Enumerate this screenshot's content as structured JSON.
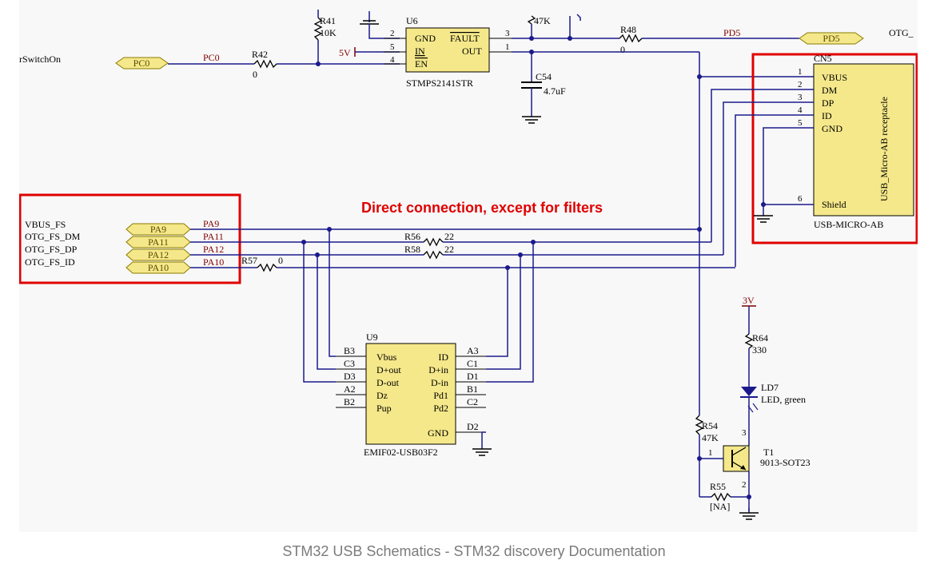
{
  "colors": {
    "wire": "#1a1a8c",
    "text": "#000000",
    "net": "#800000",
    "port_fill": "#f5e88a",
    "port_stroke": "#8a7a00",
    "highlight": "#e00000",
    "caption": "#7b7b7b"
  },
  "icons": [
    "resistor",
    "capacitor",
    "ground",
    "led",
    "npn-transistor",
    "net-port"
  ],
  "top": {
    "left_label": "rSwitchOn",
    "pc0_port": "PC0",
    "pc0_net": "PC0",
    "r42": {
      "ref": "R42",
      "value": "0"
    },
    "r41": {
      "ref": "R41",
      "value": "10K"
    },
    "u6": {
      "ref": "U6",
      "part": "STMPS2141STR",
      "pins": {
        "gnd": "GND",
        "fault": "FAULT",
        "in": "IN",
        "en": "EN",
        "out": "OUT"
      },
      "pin_nums": [
        "2",
        "5",
        "4",
        "3",
        "1"
      ]
    },
    "five_v": "5V",
    "r47k_top": "47K",
    "r48": {
      "ref": "R48",
      "value": "0"
    },
    "pd5_net": "PD5",
    "pd5_port": "PD5",
    "otg_label": "OTG_",
    "c54": {
      "ref": "C54",
      "value": "4.7uF"
    }
  },
  "cn5": {
    "ref": "CN5",
    "part": "USB-MICRO-AB",
    "vertical_label": "USB_Micro-AB receptacle",
    "pins": [
      {
        "num": "1",
        "name": "VBUS"
      },
      {
        "num": "2",
        "name": "DM"
      },
      {
        "num": "3",
        "name": "DP"
      },
      {
        "num": "4",
        "name": "ID"
      },
      {
        "num": "5",
        "name": "GND"
      },
      {
        "num": "6",
        "name": "Shield"
      }
    ]
  },
  "annotation": "Direct connection, except for filters",
  "signals": [
    {
      "name": "VBUS_FS",
      "port": "PA9",
      "net": "PA9"
    },
    {
      "name": "OTG_FS_DM",
      "port": "PA11",
      "net": "PA11"
    },
    {
      "name": "OTG_FS_DP",
      "port": "PA12",
      "net": "PA12"
    },
    {
      "name": "OTG_FS_ID",
      "port": "PA10",
      "net": "PA10"
    }
  ],
  "r56": {
    "ref": "R56",
    "value": "22"
  },
  "r58": {
    "ref": "R58",
    "value": "22"
  },
  "r57": {
    "ref": "R57",
    "value": "0"
  },
  "u9": {
    "ref": "U9",
    "part": "EMIF02-USB03F2",
    "left_pins": [
      {
        "ball": "B3",
        "name": "Vbus"
      },
      {
        "ball": "C3",
        "name": "D+out"
      },
      {
        "ball": "D3",
        "name": "D-out"
      },
      {
        "ball": "A2",
        "name": "Dz"
      },
      {
        "ball": "B2",
        "name": "Pup"
      }
    ],
    "right_pins": [
      {
        "ball": "A3",
        "name": "ID"
      },
      {
        "ball": "C1",
        "name": "D+in"
      },
      {
        "ball": "D1",
        "name": "D-in"
      },
      {
        "ball": "B1",
        "name": "Pd1"
      },
      {
        "ball": "C2",
        "name": "Pd2"
      }
    ],
    "gnd": {
      "ball": "D2",
      "name": "GND"
    }
  },
  "led_section": {
    "supply": "3V",
    "r64": {
      "ref": "R64",
      "value": "330"
    },
    "ld7": {
      "ref": "LD7",
      "value": "LED, green"
    },
    "r54": {
      "ref": "R54",
      "value": "47K"
    },
    "t1": {
      "ref": "T1",
      "part": "9013-SOT23",
      "pins": [
        "3",
        "1",
        "2"
      ]
    },
    "r55": {
      "ref": "R55",
      "value": "[NA]"
    }
  },
  "caption": "STM32 USB Schematics - STM32 discovery Documentation"
}
